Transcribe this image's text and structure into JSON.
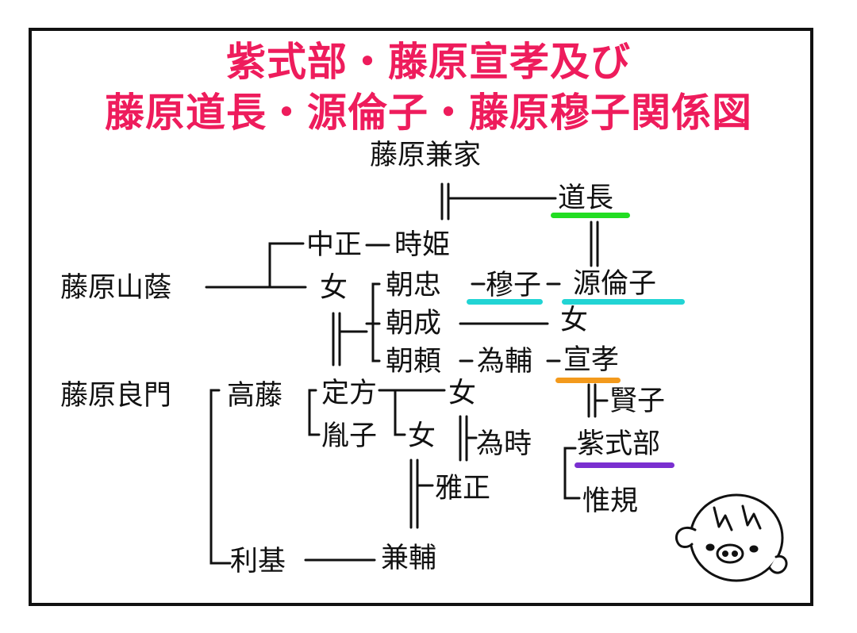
{
  "title": {
    "line1": "紫式部・藤原宣孝及び",
    "line2": "藤原道長・源倫子・藤原穆子関係図"
  },
  "names": {
    "kaneie": "藤原兼家",
    "michinaga": "道長",
    "nakamasa": "中正",
    "tokihime": "時姫",
    "yamakage": "藤原山蔭",
    "onna1": "女",
    "asatada": "朝忠",
    "bokushi": "穆子",
    "rinshi": "源倫子",
    "asanari": "朝成",
    "onna2": "女",
    "asayori": "朝頼",
    "tamesuke": "為輔",
    "nobutaka": "宣孝",
    "yoshikado": "藤原良門",
    "takafuji": "高藤",
    "sadakata": "定方",
    "onna3": "女",
    "kenshi": "賢子",
    "inko": "胤子",
    "onna4": "女",
    "tametoki": "為時",
    "murasaki": "紫式部",
    "masatada": "雅正",
    "nobunori": "惟規",
    "toshimoto": "利基",
    "kanesuke": "兼輔"
  },
  "underline_colors": {
    "michinaga": "#22dd22",
    "bokushi": "#22d4d4",
    "rinshi": "#22d4d4",
    "nobutaka": "#f39a1c",
    "murasaki": "#7a2fd0"
  },
  "mascot_icon": "smiling-face-icon"
}
